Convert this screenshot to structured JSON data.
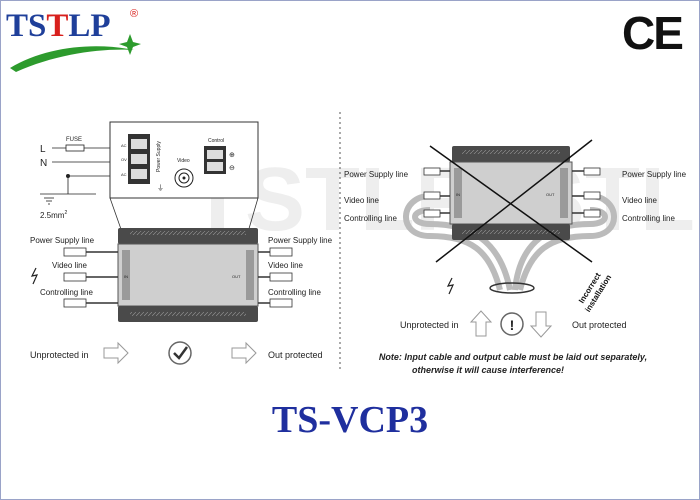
{
  "brand": {
    "logo_text_a": "TS",
    "logo_text_b": "T",
    "logo_text_c": "LP",
    "registered": "®",
    "certification": "CE",
    "colors": {
      "blue": "#1f3f9a",
      "red": "#d8201d",
      "green": "#2d9b2d"
    }
  },
  "left_diagram": {
    "line_l": "L",
    "line_n": "N",
    "fuse": "FUSE",
    "ground_size": "2.5mm",
    "ground_sup": "2",
    "terminal_label": "Power Supply",
    "terminal_marks": [
      "AC",
      "OV",
      "AC"
    ],
    "video_label": "Video",
    "control_label": "Control",
    "left_labels": [
      "Power Supply line",
      "Video line",
      "Controlling line"
    ],
    "right_labels": [
      "Power Supply line",
      "Video line",
      "Controlling line"
    ],
    "in_label": "IN",
    "out_label": "OUT",
    "unprotected": "Unprotected in",
    "protected": "Out protected",
    "status_icon": "check-circle-icon"
  },
  "right_diagram": {
    "left_labels": [
      "Power Supply line",
      "Video line",
      "Controlling line"
    ],
    "right_labels": [
      "Power Supply line",
      "Video line",
      "Controlling line"
    ],
    "in_label": "IN",
    "out_label": "OUT",
    "incorrect_line1": "Incorrect",
    "incorrect_line2": "installation",
    "unprotected": "Unprotected in",
    "protected": "Out protected",
    "warning_symbol": "!",
    "note_line1": "Note: Input cable and output cable must be laid out separately,",
    "note_line2": "otherwise it will cause interference!"
  },
  "watermark": "TSTLP",
  "model": "TS-VCP3"
}
